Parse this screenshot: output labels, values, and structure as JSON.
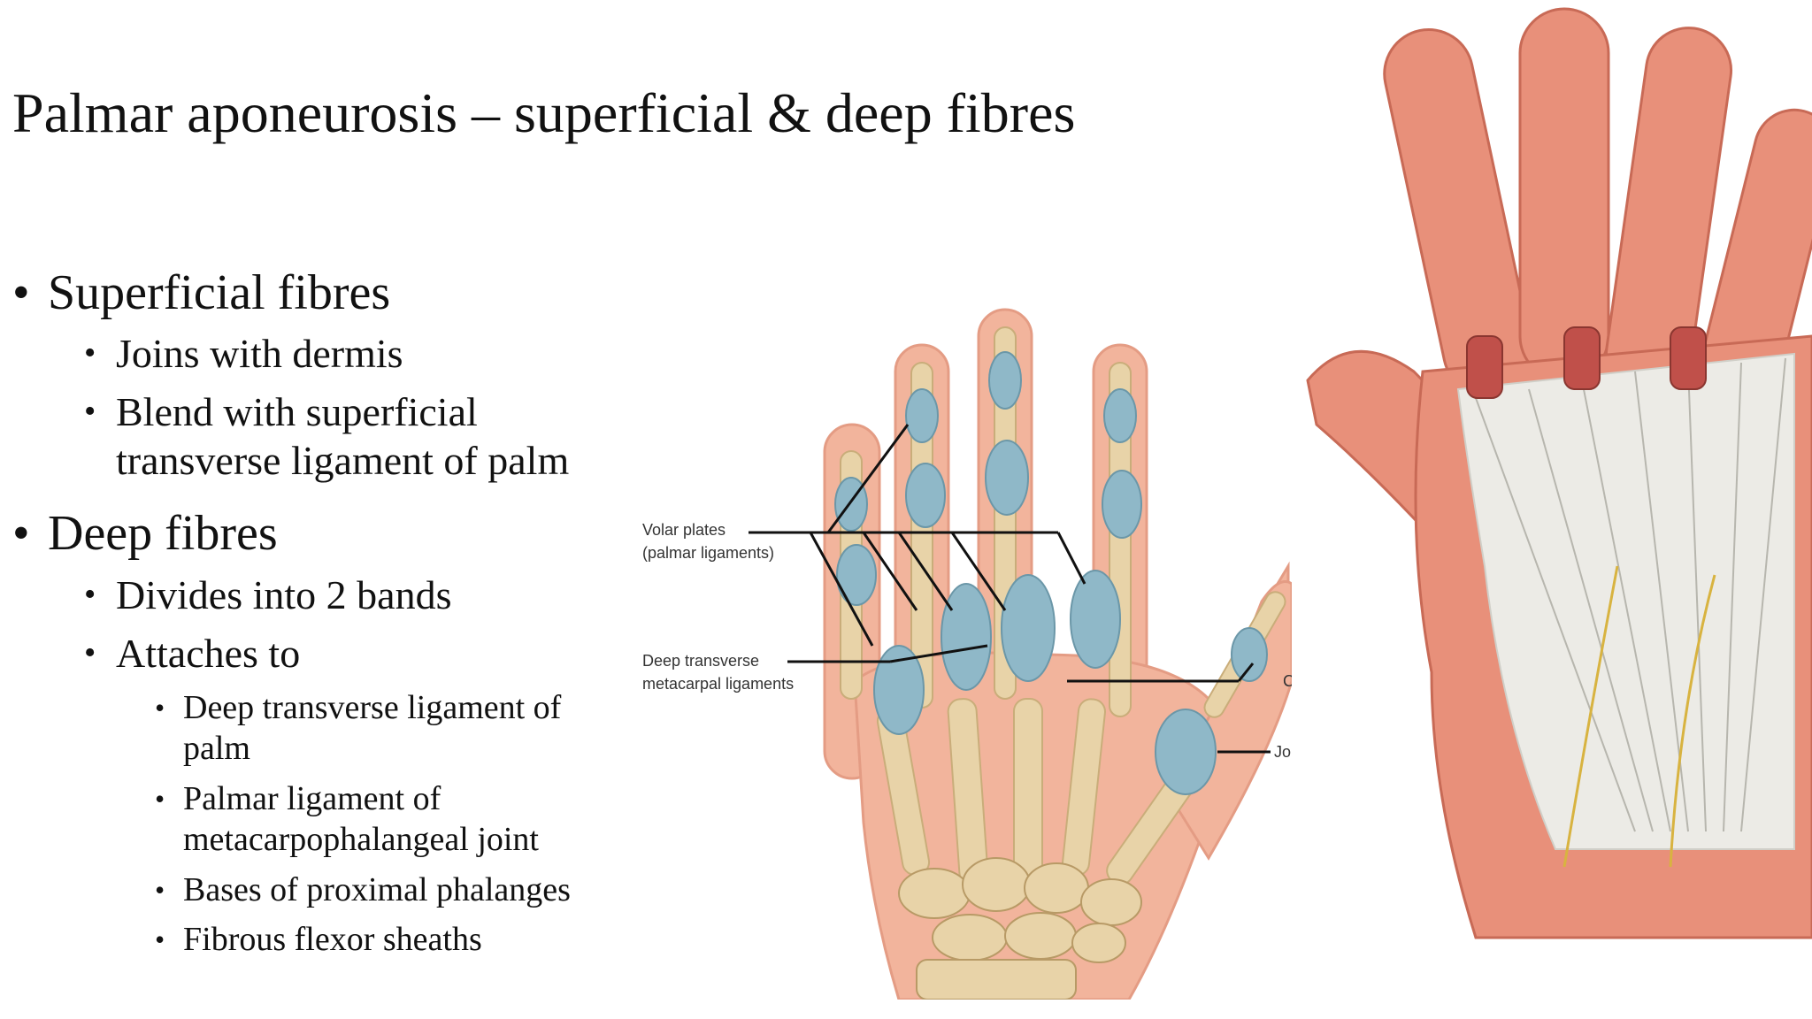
{
  "slide": {
    "title": "Palmar aponeurosis – superficial & deep fibres",
    "bullets": {
      "superficial": {
        "label": "Superficial fibres",
        "items": [
          "Joins with dermis",
          "Blend with superficial",
          "transverse ligament of palm"
        ]
      },
      "deep": {
        "label": "Deep fibres",
        "items": [
          "Divides into 2 bands",
          "Attaches to"
        ],
        "attachments": [
          "Deep transverse ligament of",
          "palm",
          "Palmar ligament of",
          "metacarpophalangeal joint",
          "Bases of proximal phalanges",
          "Fibrous flexor sheaths"
        ]
      }
    },
    "bullet_glyph": "•"
  },
  "diagram": {
    "labels": {
      "volar_1": "Volar plates",
      "volar_2": "(palmar ligaments)",
      "deep_1": "Deep transverse",
      "deep_2": "metacarpal ligaments",
      "right_1": "C",
      "right_2": "Jo"
    },
    "colors": {
      "skin": "#f2b49c",
      "bone": "#e8d3a8",
      "ligament": "#8fb8c8",
      "line": "#111111"
    }
  },
  "dissection": {
    "colors": {
      "skin": "#e8907a",
      "aponeurosis": "#ecebe6",
      "muscle": "#c0504a"
    }
  }
}
